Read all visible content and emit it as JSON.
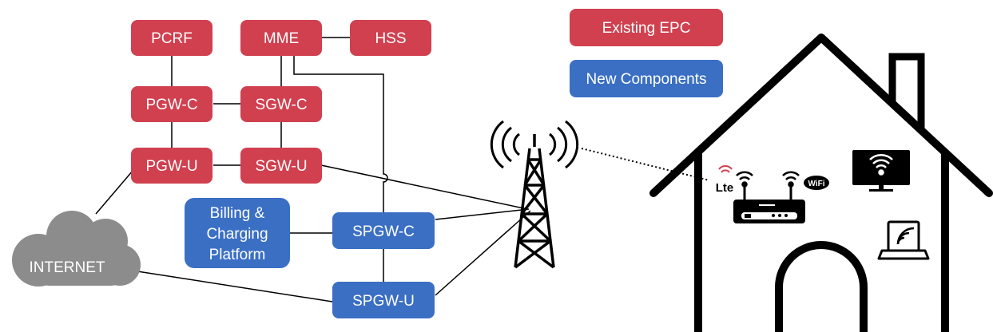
{
  "colors": {
    "existing": "#d0404f",
    "new": "#3a6fc4",
    "cloud": "#8c8c8c",
    "line": "#000000"
  },
  "legend": {
    "existing_label": "Existing EPC",
    "new_label": "New Components"
  },
  "nodes": {
    "pcrf": "PCRF",
    "mme": "MME",
    "hss": "HSS",
    "pgw_c": "PGW-C",
    "sgw_c": "SGW-C",
    "pgw_u": "PGW-U",
    "sgw_u": "SGW-U",
    "billing_1": "Billing &",
    "billing_2": "Charging",
    "billing_3": "Platform",
    "spgw_c": "SPGW-C",
    "spgw_u": "SPGW-U",
    "internet": "INTERNET"
  },
  "icons": {
    "tower": "cell-tower-icon",
    "house": "house-icon",
    "router": "lte-wifi-router-icon",
    "tv": "wifi-tv-icon",
    "laptop": "wifi-laptop-icon"
  },
  "device_text": {
    "lte": "Lte",
    "wifi": "WiFi"
  }
}
